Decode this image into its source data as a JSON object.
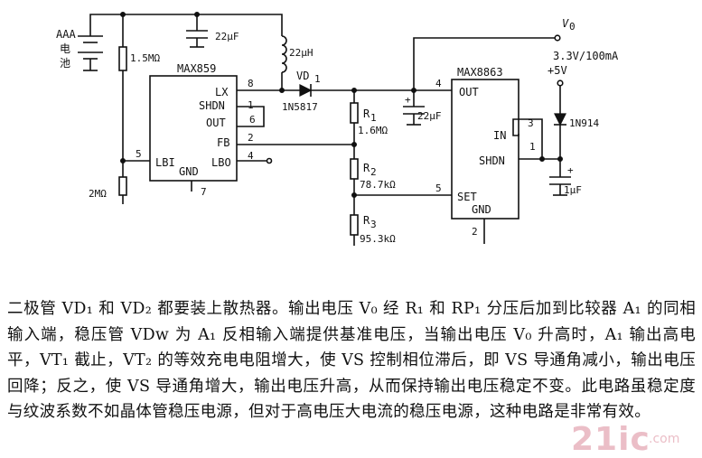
{
  "schematic": {
    "battery_label": [
      "AAA",
      "电",
      "池"
    ],
    "cap_input": "22μF",
    "r_top": "1.5MΩ",
    "r_bottom": "2MΩ",
    "inductor": "22μH",
    "diode_vd": "VD",
    "diode_vd_sub": "1",
    "diode_vd_part": "1N5817",
    "ic1_name": "MAX859",
    "ic1_pins": {
      "lx": "LX",
      "shdn": "SHDN",
      "out": "OUT",
      "fb": "FB",
      "lbi": "LBI",
      "gnd": "GND",
      "lbo": "LBO"
    },
    "ic1_pin_numbers": {
      "lx": "8",
      "shdn": "1",
      "out": "6",
      "fb": "2",
      "lbo": "4",
      "lbi": "5",
      "gnd": "7"
    },
    "r1": "R",
    "r1_sub": "1",
    "r1_val": "1.6MΩ",
    "r2": "R",
    "r2_sub": "2",
    "r2_val": "78.7kΩ",
    "r3": "R",
    "r3_sub": "3",
    "r3_val": "95.3kΩ",
    "cap_out": "22μF",
    "ic2_name": "MAX8863",
    "ic2_pins": {
      "out": "OUT",
      "in": "IN",
      "shdn": "SHDN",
      "set": "SET",
      "gnd": "GND"
    },
    "ic2_pin_numbers": {
      "out": "4",
      "in": "3",
      "shdn": "1",
      "set": "5",
      "gnd": "2"
    },
    "vout": "V",
    "vout_sub": "0",
    "vout_spec": "3.3V/100mA",
    "plus5": "+5V",
    "diode_2": "1N914",
    "cap_small": "1μF",
    "plus_sign": "+"
  },
  "description": "二极管 VD₁ 和 VD₂ 都要装上散热器。输出电压 V₀ 经 R₁ 和 RP₁ 分压后加到比较器 A₁ 的同相输入端，稳压管 VDw 为 A₁ 反相输入端提供基准电压，当输出电压 V₀ 升高时，A₁ 输出高电平，VT₁ 截止，VT₂ 的等效充电电阻增大，使 VS 控制相位滞后，即 VS 导通角减小，输出电压回降；反之，使 VS 导通角增大，输出电压升高，从而保持输出电压稳定不变。此电路虽稳定度与纹波系数不如晶体管稳压电源，但对于高电压大电流的稳压电源，这种电路是非常有效。",
  "watermark": "21ic",
  "watermark_sub": ".com"
}
